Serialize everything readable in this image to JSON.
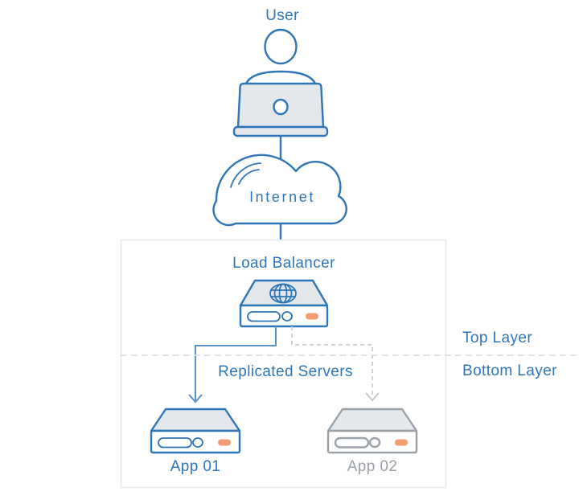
{
  "diagram": {
    "nodes": {
      "user": {
        "label": "User"
      },
      "internet": {
        "label": "Internet"
      },
      "load_balancer": {
        "label": "Load Balancer"
      },
      "app_01": {
        "label": "App 01",
        "state": "active"
      },
      "app_02": {
        "label": "App 02",
        "state": "standby"
      }
    },
    "annotations": {
      "top_layer": "Top Layer",
      "bottom_layer": "Bottom Layer",
      "replicated_servers": "Replicated Servers"
    },
    "icons": {
      "user": "person-at-laptop-icon",
      "internet": "cloud-icon",
      "load_balancer": "globe-server-icon",
      "app_01": "server-icon",
      "app_02": "server-icon"
    },
    "colors": {
      "primary_blue": "#2e76b8",
      "arrow_blue": "#5b92c7",
      "inactive_gray": "#9ba1a8",
      "dashed_arrow_gray": "#c8cdd2",
      "separator_gray": "#dadde0",
      "box_border": "#e7e9eb",
      "device_fill": "#e4e8ec",
      "led_orange": "#f19c73",
      "background": "#ffffff"
    }
  }
}
